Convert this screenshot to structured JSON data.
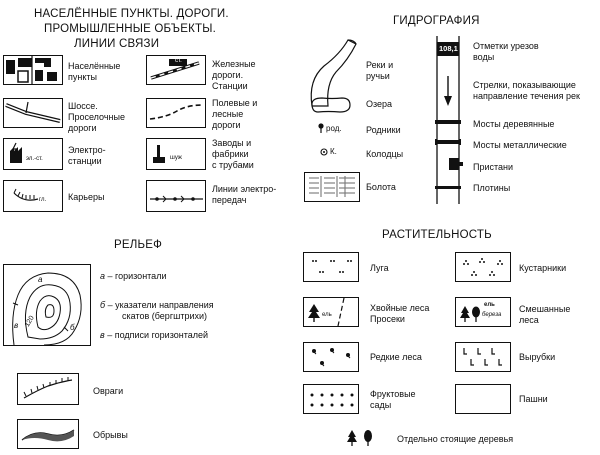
{
  "sections": {
    "settlements": {
      "title_lines": [
        "НАСЕЛЁННЫЕ ПУНКТЫ. ДОРОГИ.",
        "ПРОМЫШЛЕННЫЕ ОБЪЕКТЫ.",
        "ЛИНИИ СВЯЗИ"
      ],
      "items": [
        {
          "label_lines": [
            "Населённые",
            "пункты"
          ]
        },
        {
          "label_lines": [
            "Железные",
            "дороги.",
            "Станции"
          ],
          "sign": "ст."
        },
        {
          "label_lines": [
            "Шоссе.",
            "Проселочные",
            "дороги"
          ]
        },
        {
          "label_lines": [
            "Полевые и",
            "лесные",
            "дороги"
          ]
        },
        {
          "label_lines": [
            "Электро-",
            "станции"
          ],
          "sign": "эл.-ст."
        },
        {
          "label_lines": [
            "Заводы и",
            "фабрики",
            "с трубами"
          ],
          "sign": "шуж"
        },
        {
          "label_lines": [
            "Карьеры"
          ],
          "sign": "гл."
        },
        {
          "label_lines": [
            "Линии электро-",
            "передач"
          ]
        }
      ]
    },
    "hydrography": {
      "title": "ГИДРОГРАФИЯ",
      "items": [
        {
          "label_lines": [
            "Реки и",
            "ручьи"
          ]
        },
        {
          "label_lines": [
            "Озера"
          ]
        },
        {
          "label_lines": [
            "Родники"
          ],
          "sign": "род."
        },
        {
          "label_lines": [
            "Колодцы"
          ],
          "sign": "К."
        },
        {
          "label_lines": [
            "Болота"
          ]
        }
      ],
      "river_items": [
        {
          "label_lines": [
            "Отметки урезов",
            "воды"
          ],
          "sign": "108,1"
        },
        {
          "label_lines": [
            "Стрелки, показывающие",
            "направление течения рек"
          ]
        },
        {
          "label_lines": [
            "Мосты деревянные"
          ]
        },
        {
          "label_lines": [
            "Мосты металлические"
          ]
        },
        {
          "label_lines": [
            "Пристани"
          ]
        },
        {
          "label_lines": [
            "Плотины"
          ]
        }
      ]
    },
    "relief": {
      "title": "РЕЛЬЕФ",
      "letters": [
        "а",
        "б",
        "в"
      ],
      "contour_number": "120",
      "items": [
        {
          "marker": "а",
          "label_lines": [
            "– горизонтали"
          ]
        },
        {
          "marker": "б",
          "label_lines": [
            "– указатели направления",
            "скатов (бергштрихи)"
          ]
        },
        {
          "marker": "в",
          "label_lines": [
            "– подписи горизонталей"
          ]
        },
        {
          "label_lines": [
            "Овраги"
          ]
        },
        {
          "label_lines": [
            "Обрывы"
          ]
        }
      ]
    },
    "vegetation": {
      "title": "РАСТИТЕЛЬНОСТЬ",
      "items": [
        {
          "label_lines": [
            "Луга"
          ]
        },
        {
          "label_lines": [
            "Кустарники"
          ]
        },
        {
          "label_lines": [
            "Хвойные леса",
            "Просеки"
          ],
          "sign": "ель"
        },
        {
          "label_lines": [
            "Смешанные",
            "леса"
          ],
          "sign": [
            "ель",
            "береза"
          ]
        },
        {
          "label_lines": [
            "Редкие леса"
          ]
        },
        {
          "label_lines": [
            "Вырубки"
          ]
        },
        {
          "label_lines": [
            "Фруктовые",
            "сады"
          ]
        },
        {
          "label_lines": [
            "Пашни"
          ]
        },
        {
          "label_lines": [
            "Отдельно стоящие деревья"
          ]
        }
      ]
    }
  }
}
